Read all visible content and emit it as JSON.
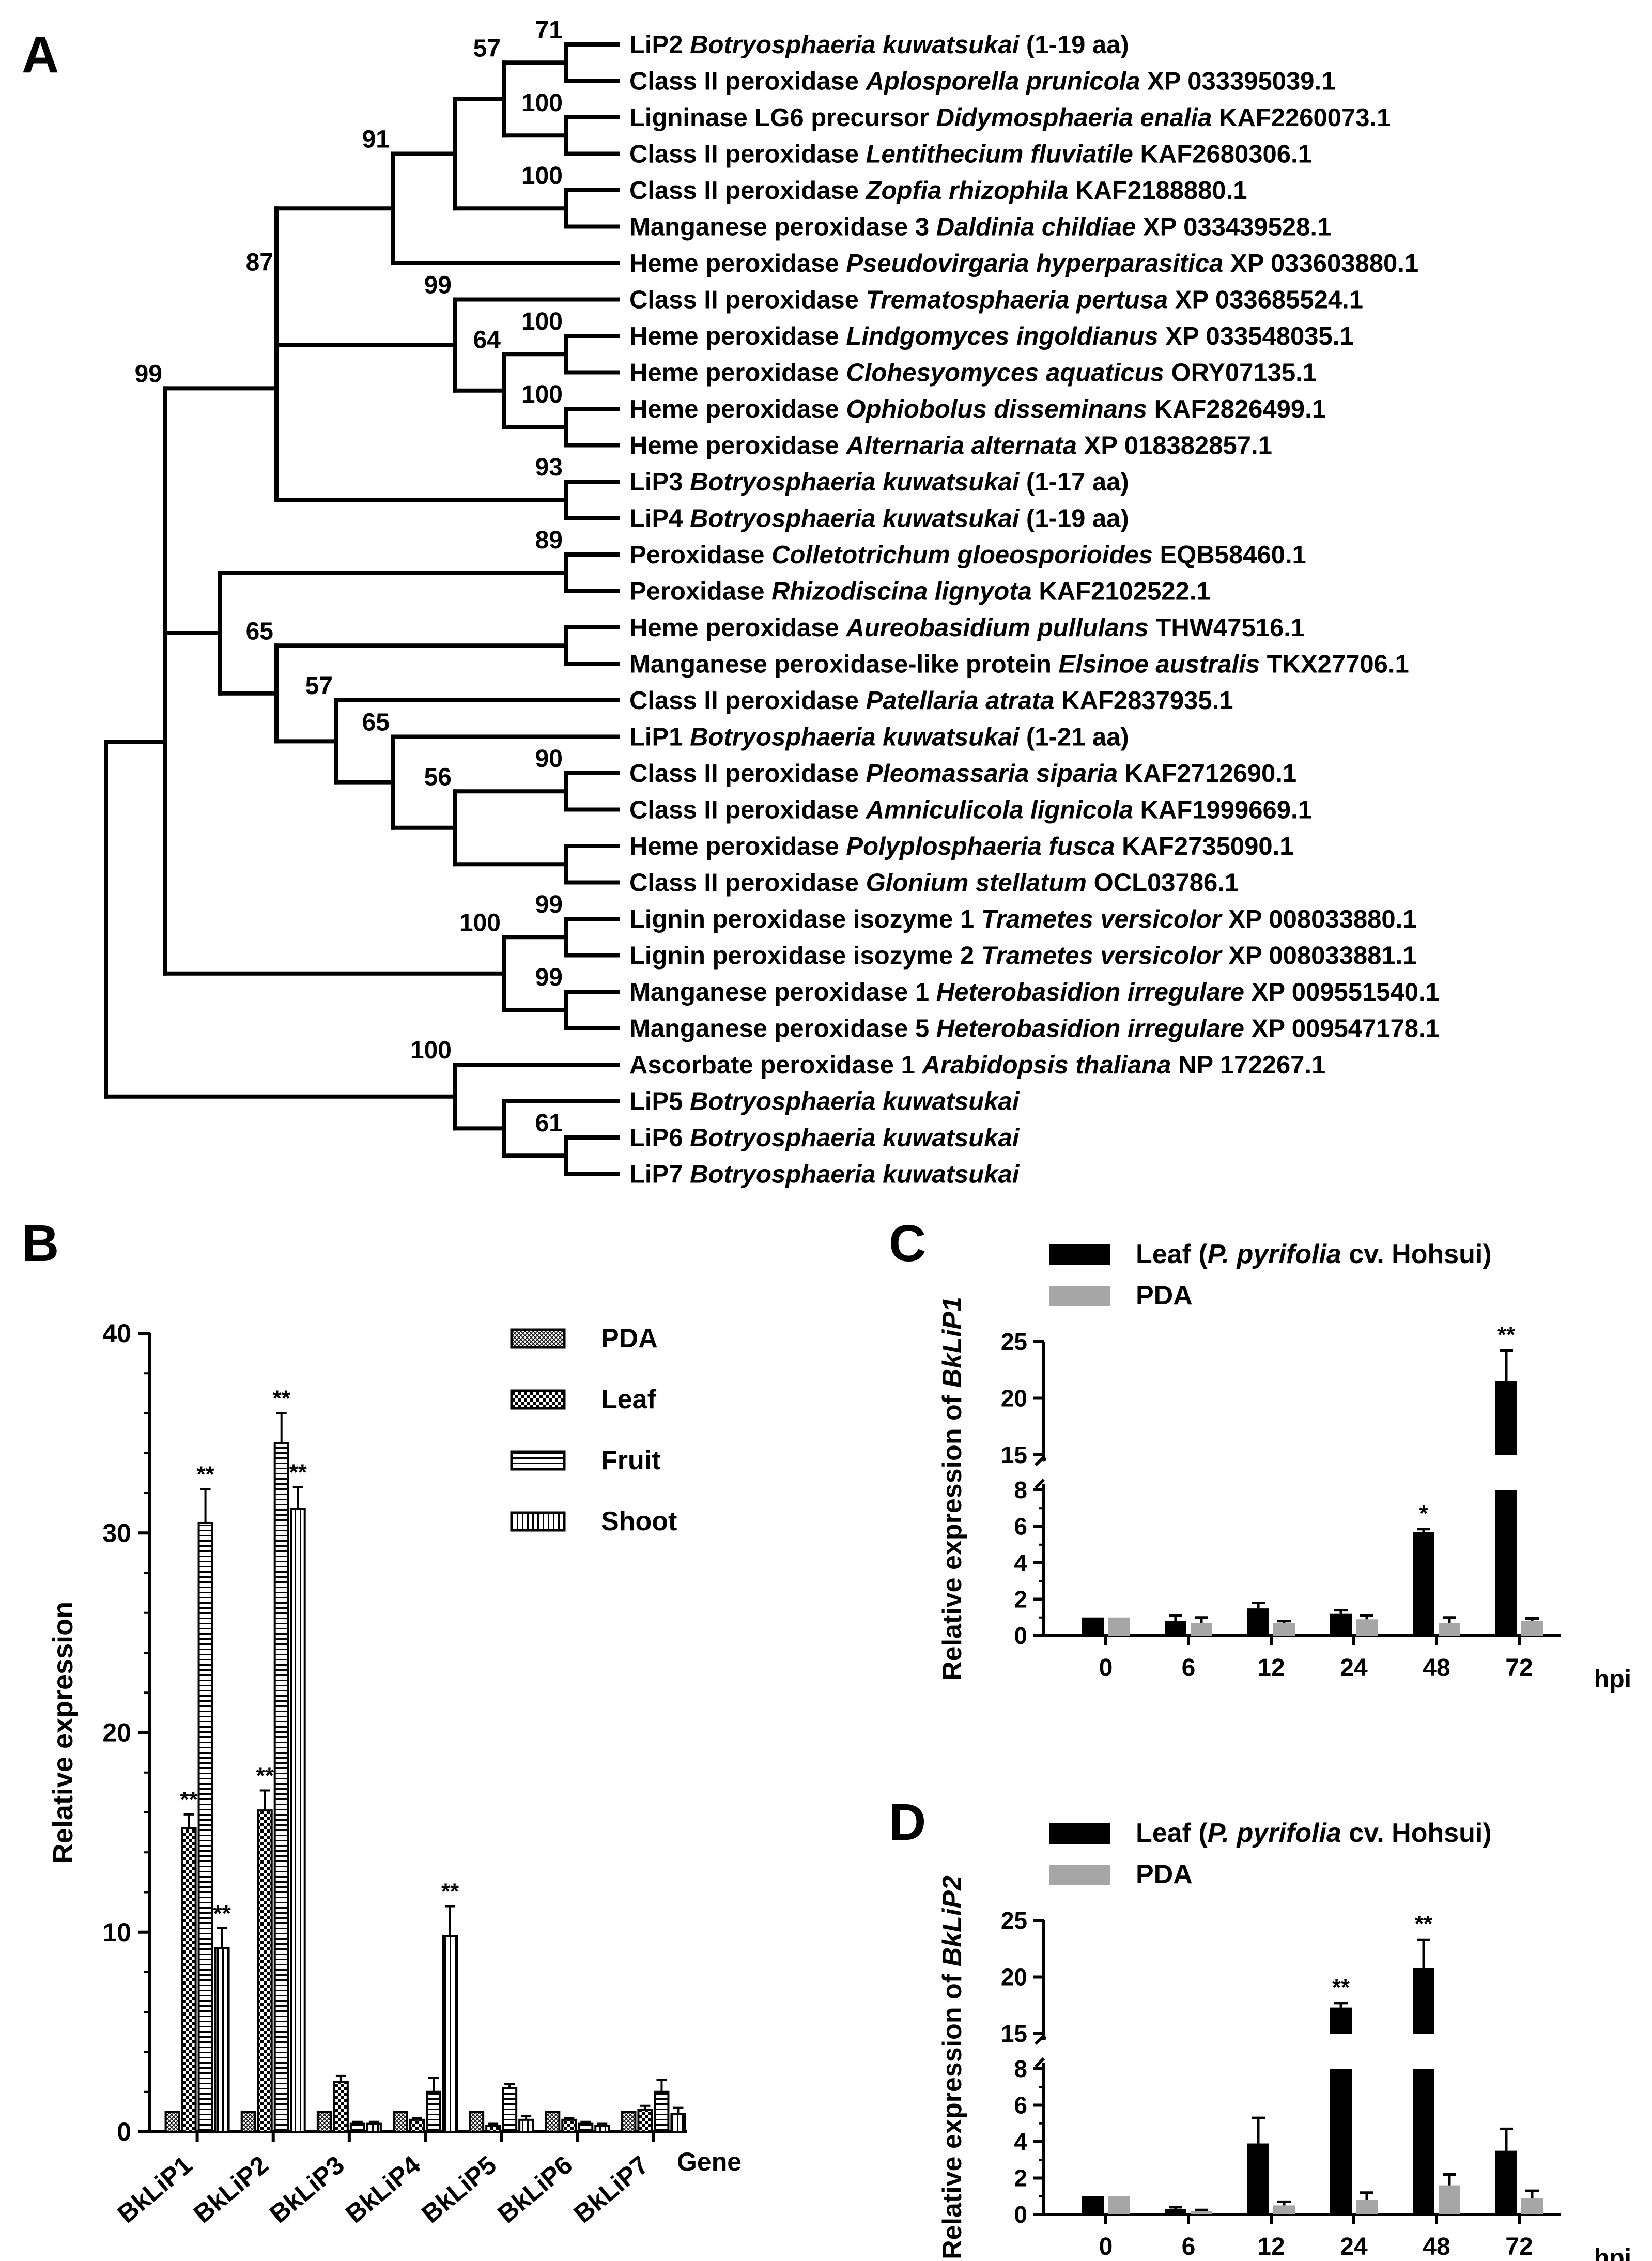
{
  "panels": {
    "a": "A",
    "b": "B",
    "c": "C",
    "d": "D"
  },
  "tree": {
    "leaves": [
      {
        "name": "LiP2 ",
        "species": "Botryosphaeria kuwatsukai",
        "acc": " (1-19 aa)"
      },
      {
        "name": "Class II peroxidase ",
        "species": "Aplosporella prunicola",
        "acc": " XP 033395039.1"
      },
      {
        "name": "Ligninase LG6 precursor ",
        "species": "Didymosphaeria enalia",
        "acc": " KAF2260073.1"
      },
      {
        "name": "Class II peroxidase ",
        "species": "Lentithecium fluviatile",
        "acc": " KAF2680306.1"
      },
      {
        "name": "Class II peroxidase ",
        "species": "Zopfia rhizophila",
        "acc": " KAF2188880.1"
      },
      {
        "name": "Manganese peroxidase 3 ",
        "species": "Daldinia childiae",
        "acc": " XP 033439528.1"
      },
      {
        "name": "Heme peroxidase ",
        "species": "Pseudovirgaria hyperparasitica",
        "acc": " XP 033603880.1"
      },
      {
        "name": "Class II peroxidase ",
        "species": "Trematosphaeria pertusa",
        "acc": " XP 033685524.1"
      },
      {
        "name": "Heme peroxidase ",
        "species": "Lindgomyces ingoldianus",
        "acc": " XP 033548035.1"
      },
      {
        "name": "Heme peroxidase ",
        "species": "Clohesyomyces aquaticus",
        "acc": " ORY07135.1"
      },
      {
        "name": "Heme peroxidase ",
        "species": "Ophiobolus disseminans",
        "acc": " KAF2826499.1"
      },
      {
        "name": "Heme peroxidase ",
        "species": "Alternaria alternata",
        "acc": " XP 018382857.1"
      },
      {
        "name": "LiP3 ",
        "species": "Botryosphaeria kuwatsukai",
        "acc": " (1-17 aa)"
      },
      {
        "name": "LiP4 ",
        "species": "Botryosphaeria kuwatsukai",
        "acc": " (1-19 aa)"
      },
      {
        "name": "Peroxidase ",
        "species": "Colletotrichum gloeosporioides",
        "acc": " EQB58460.1"
      },
      {
        "name": "Peroxidase ",
        "species": "Rhizodiscina lignyota",
        "acc": " KAF2102522.1"
      },
      {
        "name": "Heme peroxidase ",
        "species": "Aureobasidium pullulans",
        "acc": " THW47516.1"
      },
      {
        "name": "Manganese peroxidase-like protein ",
        "species": "Elsinoe australis",
        "acc": " TKX27706.1"
      },
      {
        "name": "Class II peroxidase ",
        "species": "Patellaria atrata",
        "acc": " KAF2837935.1"
      },
      {
        "name": "LiP1 ",
        "species": "Botryosphaeria kuwatsukai",
        "acc": " (1-21 aa)"
      },
      {
        "name": "Class II peroxidase ",
        "species": "Pleomassaria siparia",
        "acc": " KAF2712690.1"
      },
      {
        "name": "Class II peroxidase ",
        "species": "Amniculicola lignicola",
        "acc": " KAF1999669.1"
      },
      {
        "name": "Heme peroxidase ",
        "species": "Polyplosphaeria fusca",
        "acc": " KAF2735090.1"
      },
      {
        "name": "Class II peroxidase ",
        "species": "Glonium stellatum",
        "acc": " OCL03786.1"
      },
      {
        "name": "Lignin peroxidase isozyme 1 ",
        "species": "Trametes versicolor",
        "acc": " XP 008033880.1"
      },
      {
        "name": "Lignin peroxidase isozyme 2 ",
        "species": "Trametes versicolor",
        "acc": " XP 008033881.1"
      },
      {
        "name": "Manganese peroxidase 1 ",
        "species": "Heterobasidion irregulare",
        "acc": " XP 009551540.1"
      },
      {
        "name": "Manganese peroxidase 5 ",
        "species": "Heterobasidion irregulare",
        "acc": " XP 009547178.1"
      },
      {
        "name": "Ascorbate peroxidase 1 ",
        "species": "Arabidopsis thaliana",
        "acc": " NP 172267.1"
      },
      {
        "name": "LiP5 ",
        "species": "Botryosphaeria kuwatsukai",
        "acc": ""
      },
      {
        "name": "LiP6 ",
        "species": "Botryosphaeria kuwatsukai",
        "acc": ""
      },
      {
        "name": "LiP7 ",
        "species": "Botryosphaeria kuwatsukai",
        "acc": ""
      }
    ],
    "bootstrap": [
      "71",
      "57",
      "100",
      "100",
      "91",
      "99",
      "100",
      "64",
      "100",
      "93",
      "87",
      "89",
      "99",
      "65",
      "57",
      "65",
      "90",
      "56",
      "99",
      "100",
      "99",
      "100",
      "61"
    ]
  },
  "chart_data": [
    {
      "type": "bar",
      "panel": "B",
      "categories": [
        "BkLiP1",
        "BkLiP2",
        "BkLiP3",
        "BkLiP4",
        "BkLiP5",
        "BkLiP6",
        "BkLiP7"
      ],
      "series": [
        {
          "name": "PDA",
          "values": [
            1,
            1,
            1,
            1,
            1,
            1,
            1
          ],
          "errors": [
            0,
            0,
            0,
            0,
            0,
            0,
            0
          ]
        },
        {
          "name": "Leaf",
          "values": [
            15.2,
            16.1,
            2.5,
            0.6,
            0.3,
            0.6,
            1.1
          ],
          "errors": [
            0.7,
            1.0,
            0.3,
            0.1,
            0.1,
            0.1,
            0.2
          ]
        },
        {
          "name": "Fruit",
          "values": [
            30.5,
            34.5,
            0.4,
            2.0,
            2.2,
            0.4,
            2.0
          ],
          "errors": [
            1.7,
            1.5,
            0.1,
            0.7,
            0.2,
            0.1,
            0.6
          ]
        },
        {
          "name": "Shoot",
          "values": [
            9.2,
            31.2,
            0.4,
            9.8,
            0.6,
            0.3,
            0.9
          ],
          "errors": [
            1.0,
            1.1,
            0.1,
            1.5,
            0.2,
            0.1,
            0.3
          ]
        }
      ],
      "significance": [
        {
          "category": "BkLiP1",
          "series": "Leaf",
          "mark": "**"
        },
        {
          "category": "BkLiP1",
          "series": "Fruit",
          "mark": "**"
        },
        {
          "category": "BkLiP1",
          "series": "Shoot",
          "mark": "**"
        },
        {
          "category": "BkLiP2",
          "series": "Leaf",
          "mark": "**"
        },
        {
          "category": "BkLiP2",
          "series": "Fruit",
          "mark": "**"
        },
        {
          "category": "BkLiP2",
          "series": "Shoot",
          "mark": "**"
        },
        {
          "category": "BkLiP4",
          "series": "Shoot",
          "mark": "**"
        }
      ],
      "xlabel": "Gene",
      "ylabel": "Relative expression",
      "ylim": [
        0,
        40
      ],
      "yticks": [
        "0",
        "10",
        "20",
        "30",
        "40"
      ],
      "legend_position": "top-right"
    },
    {
      "type": "bar",
      "panel": "C",
      "categories": [
        "0",
        "6",
        "12",
        "24",
        "48",
        "72"
      ],
      "series": [
        {
          "name": "Leaf",
          "values": [
            1.0,
            0.8,
            1.5,
            1.2,
            5.7,
            21.5
          ],
          "errors": [
            0,
            0.3,
            0.3,
            0.2,
            0.15,
            2.7
          ]
        },
        {
          "name": "PDA",
          "values": [
            1.0,
            0.7,
            0.7,
            0.9,
            0.7,
            0.8
          ],
          "errors": [
            0,
            0.3,
            0.1,
            0.2,
            0.3,
            0.15
          ]
        }
      ],
      "significance": [
        {
          "category": "48",
          "series": "Leaf",
          "mark": "*"
        },
        {
          "category": "72",
          "series": "Leaf",
          "mark": "**"
        }
      ],
      "legend_leaf": {
        "pre": "Leaf (",
        "italic": "P. pyrifolia",
        "post": " cv. Hohsui)"
      },
      "legend_pda": "PDA",
      "xlabel": "hpi",
      "ylabel_pre": "Relative expression of ",
      "ylabel_gene": "BkLiP1",
      "ylim": [
        0,
        25
      ],
      "axis_break": [
        8,
        15
      ],
      "yticks_low": [
        "0",
        "2",
        "4",
        "6",
        "8"
      ],
      "yticks_high": [
        "15",
        "20",
        "25"
      ]
    },
    {
      "type": "bar",
      "panel": "D",
      "categories": [
        "0",
        "6",
        "12",
        "24",
        "48",
        "72"
      ],
      "series": [
        {
          "name": "Leaf",
          "values": [
            1.0,
            0.3,
            3.9,
            17.3,
            20.8,
            3.5
          ],
          "errors": [
            0,
            0.1,
            1.4,
            0.4,
            2.5,
            1.2
          ]
        },
        {
          "name": "PDA",
          "values": [
            1.0,
            0.2,
            0.5,
            0.8,
            1.6,
            0.9
          ],
          "errors": [
            0,
            0.05,
            0.2,
            0.4,
            0.6,
            0.4
          ]
        }
      ],
      "significance": [
        {
          "category": "24",
          "series": "Leaf",
          "mark": "**"
        },
        {
          "category": "48",
          "series": "Leaf",
          "mark": "**"
        }
      ],
      "legend_leaf": {
        "pre": "Leaf (",
        "italic": "P. pyrifolia",
        "post": " cv. Hohsui)"
      },
      "legend_pda": "PDA",
      "xlabel": "hpi",
      "ylabel_pre": "Relative expression of ",
      "ylabel_gene": "BkLiP2",
      "ylim": [
        0,
        25
      ],
      "axis_break": [
        8,
        15
      ],
      "yticks_low": [
        "0",
        "2",
        "4",
        "6",
        "8"
      ],
      "yticks_high": [
        "15",
        "20",
        "25"
      ]
    }
  ],
  "colors": {
    "leaf": "#000000",
    "pda": "#a6a6a6",
    "line": "#000000"
  }
}
